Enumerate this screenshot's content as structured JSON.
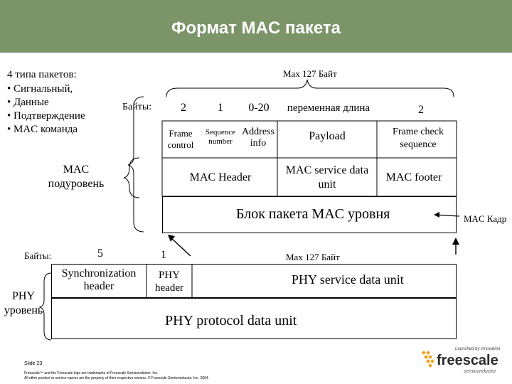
{
  "title": "Формат MAC пакета",
  "packet_types": {
    "heading": "4 типа пакетов:",
    "items": [
      "Сигнальный,",
      "Данные",
      "Подтверждение",
      "MAC команда"
    ]
  },
  "mac": {
    "max_label": "Max 127 Байт",
    "bytes_label": "Байты:",
    "byte_counts": [
      "2",
      "1",
      "0-20",
      "переменная длина",
      "2"
    ],
    "fields": [
      "Frame control",
      "Sequence number",
      "Address info",
      "Payload",
      "Frame check sequence"
    ],
    "header_label": "MAC Header",
    "service_label": "MAC service data unit",
    "footer_label": "MAC footer",
    "sublayer_label": "MAC подуровень",
    "block_label": "Блок пакета MAC уровня",
    "frame_label": "MAC Кадр"
  },
  "phy": {
    "bytes_label": "Байты:",
    "byte_counts": [
      "5",
      "1"
    ],
    "max_label": "Max 127 Байт",
    "sync_label": "Synchronization header",
    "header_label": "PHY header",
    "service_label": "PHY service data unit",
    "layer_label": "PHY уровень",
    "protocol_label": "PHY protocol data unit"
  },
  "footer": {
    "slide": "Slide 23",
    "legal1": "Freescale™ and the Freescale logo are trademarks of Freescale Semiconductor, Inc.",
    "legal2": "All other product or service names are the property of their respective owners. © Freescale Semiconductor, Inc. 2004.",
    "tagline": "Launched by innovation",
    "logo_name": "freescale",
    "logo_sub": "semiconductor"
  },
  "colors": {
    "header_bg": "#7b9468",
    "logo_dots": "#f39c12"
  }
}
